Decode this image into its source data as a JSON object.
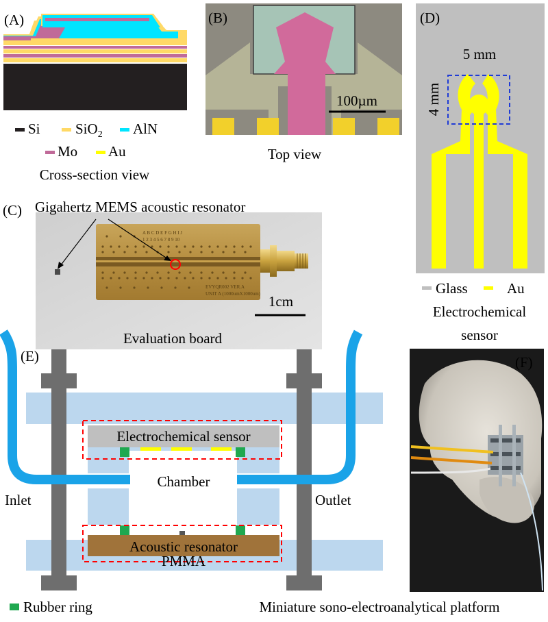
{
  "panel_a": {
    "label": "(A)",
    "legend": {
      "si": "Si",
      "sio2_main": "SiO",
      "sio2_sub": "2",
      "aln": "AlN",
      "mo": "Mo",
      "au": "Au"
    },
    "caption": "Cross-section view"
  },
  "panel_b": {
    "label": "(B)",
    "scale": "100µm",
    "caption": "Top view"
  },
  "panel_c": {
    "label": "(C)",
    "annotation": "Gigahertz MEMS acoustic resonator",
    "scale": "1cm",
    "caption": "Evaluation board",
    "board_text": [
      "A B C D E F G H I J",
      "1 2 3 4 5 6 7 8 9 10",
      "EVYQR002 VER.A",
      "UNIT A (1000umX1000um)"
    ]
  },
  "panel_d": {
    "label": "(D)",
    "width_dim": "5 mm",
    "height_dim": "4 mm",
    "legend": {
      "glass": "Glass",
      "au": "Au"
    },
    "caption_line1": "Electrochemical",
    "caption_line2": "sensor"
  },
  "panel_e": {
    "label": "(E)",
    "sensor": "Electrochemical sensor",
    "chamber": "Chamber",
    "resonator": "Acoustic resonator",
    "pmma": "PMMA",
    "inlet": "Inlet",
    "outlet": "Outlet",
    "rubber_ring": "Rubber ring"
  },
  "panel_f": {
    "label": "(F)",
    "caption": "Miniature sono-electroanalytical platform"
  },
  "colors": {
    "si": "#231f20",
    "sio2": "#ffd966",
    "aln": "#00e5ff",
    "mo": "#c06a99",
    "au": "#ffff00",
    "glass": "#bfbfbf",
    "pmma": "#bcd7ee",
    "tube": "#1aa3e8",
    "bolt": "#6e6e6e",
    "rubber": "#1fa850",
    "resonator": "#a0733a",
    "dash": "#ff0000"
  }
}
